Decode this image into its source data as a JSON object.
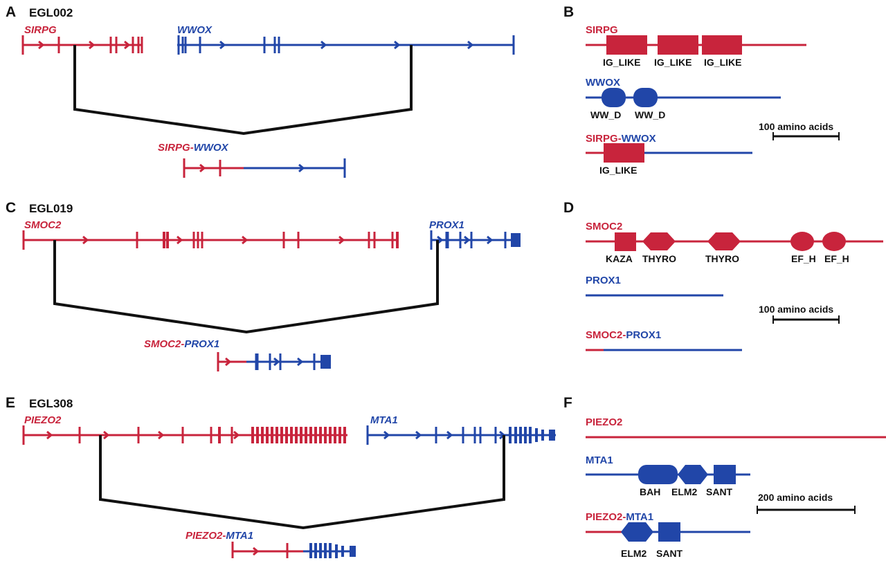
{
  "colors": {
    "red": "#c8243c",
    "blue": "#2146a8",
    "black": "#111111"
  },
  "panel_labels": [
    "A",
    "B",
    "C",
    "D",
    "E",
    "F"
  ],
  "samples": [
    "EGL002",
    "EGL019",
    "EGL308"
  ],
  "fusions": [
    {
      "gene5": "SIRPG",
      "gene3": "WWOX",
      "separator": "-",
      "protein5": "SIRPG",
      "protein3": "WWOX",
      "domains5": [
        "IG_LIKE",
        "IG_LIKE",
        "IG_LIKE"
      ],
      "domains3": [
        "WW_D",
        "WW_D"
      ],
      "fusion_domains": [
        "IG_LIKE"
      ],
      "scale": "100 amino acids"
    },
    {
      "gene5": "SMOC2",
      "gene3": "PROX1",
      "separator": "-",
      "protein5": "SMOC2",
      "protein3": "PROX1",
      "domains5": [
        "KAZA",
        "THYRO",
        "THYRO",
        "EF_H",
        "EF_H"
      ],
      "domains3": [],
      "fusion_domains": [],
      "scale": "100 amino acids"
    },
    {
      "gene5": "PIEZO2",
      "gene3": "MTA1",
      "separator": "-",
      "protein5": "PIEZO2",
      "protein3": "MTA1",
      "domains5": [],
      "domains3": [
        "BAH",
        "ELM2",
        "SANT"
      ],
      "fusion_domains": [
        "ELM2",
        "SANT"
      ],
      "scale": "200 amino acids"
    }
  ]
}
